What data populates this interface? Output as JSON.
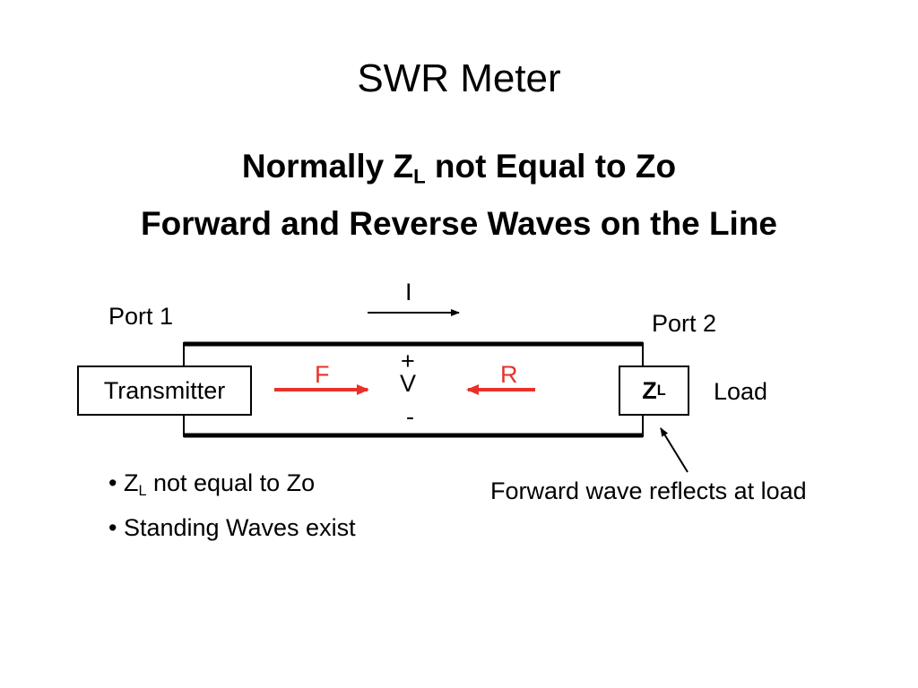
{
  "slide": {
    "title": "SWR Meter",
    "subtitle_1_pre": "Normally Z",
    "subtitle_1_sub": "L",
    "subtitle_1_post": " not Equal to Zo",
    "subtitle_2": "Forward and Reverse Waves on the Line"
  },
  "diagram": {
    "current_label": "I",
    "port1_label": "Port 1",
    "port2_label": "Port 2",
    "transmitter_label": "Transmitter",
    "load_box_main": "Z",
    "load_box_sub": "L",
    "load_label": "Load",
    "forward_label": "F",
    "reverse_label": "R",
    "plus_label": "+",
    "voltage_label": "V",
    "minus_label": "-",
    "reflect_note": "Forward wave reflects at load"
  },
  "bullets": [
    {
      "prefix": "• Z",
      "sub": "L",
      "text": " not equal to Zo"
    },
    {
      "prefix": "• Standing Waves exist",
      "sub": "",
      "text": ""
    }
  ],
  "colors": {
    "wave_arrows": "#e8312a",
    "lines": "#000000"
  }
}
